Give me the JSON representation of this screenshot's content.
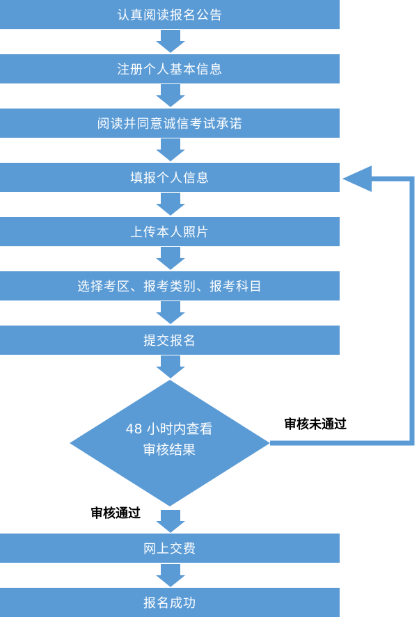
{
  "steps": [
    "认真阅读报名公告",
    "注册个人基本信息",
    "阅读并同意诚信考试承诺",
    "填报个人信息",
    "上传本人照片",
    "选择考区、报考类别、报考科目",
    "提交报名",
    "网上交费",
    "报名成功"
  ],
  "decision": {
    "line1": "48 小时内查看",
    "line2": "审核结果",
    "rejected_label": "审核未通过",
    "approved_label": "审核通过"
  },
  "colors": {
    "box": "#5b9bd5",
    "arrow": "#5b9bd5",
    "text": "#ffffff"
  }
}
